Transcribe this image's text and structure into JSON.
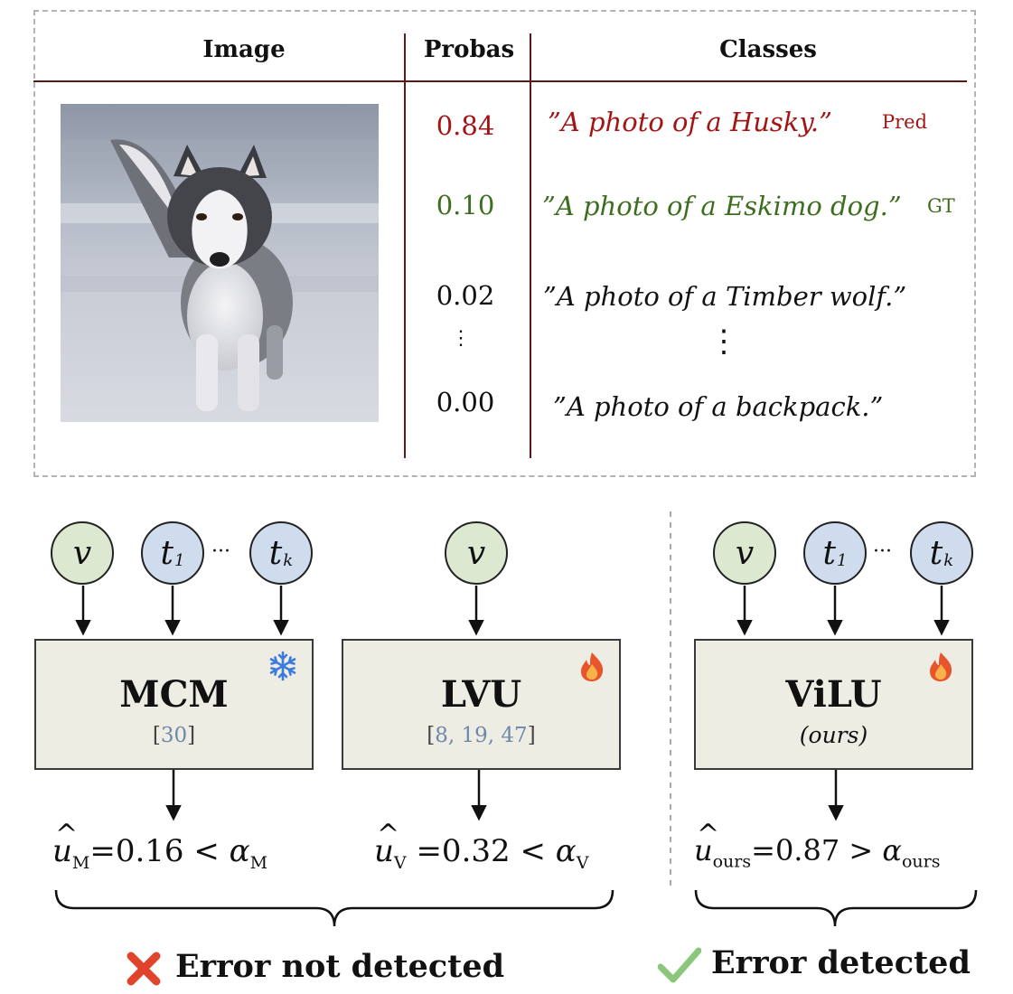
{
  "table": {
    "headers": {
      "image": "Image",
      "probas": "Probas",
      "classes": "Classes"
    },
    "rows": [
      {
        "proba": "0.84",
        "class": "”A photo of a Husky.”",
        "tag": "Pred",
        "color": "#a31515"
      },
      {
        "proba": "0.10",
        "class": "”A photo of a Eskimo dog.”",
        "tag": "GT",
        "color": "#3d6e1f"
      },
      {
        "proba": "0.02",
        "class": "”A photo of a Timber wolf.”",
        "tag": "",
        "color": "#111111"
      },
      {
        "proba": "0.00",
        "class": "”A photo of a backpack.”",
        "tag": "",
        "color": "#111111"
      }
    ],
    "ellipsis": "⋮"
  },
  "nodes": {
    "v": "v",
    "t": "t",
    "sub1": "1",
    "subk": "k",
    "dots": "···"
  },
  "models": {
    "mcm": {
      "title": "MCM",
      "cite_open": "[",
      "cites": "30",
      "cite_close": "]",
      "icon": "snowflake-icon"
    },
    "lvu": {
      "title": "LVU",
      "cite_open": "[",
      "cites": "8, 19, 47",
      "cite_close": "]",
      "icon": "flame-icon"
    },
    "vilu": {
      "title": "ViLU",
      "subtitle": "(ours)",
      "icon": "flame-icon"
    }
  },
  "formulas": {
    "mcm": {
      "u": "u",
      "sub": "M",
      "rest": "=0.16 < ",
      "alpha": "α",
      "alpha_sub": "M"
    },
    "lvu": {
      "u": "u",
      "sub": "V",
      "rest": " =0.32 < ",
      "alpha": "α",
      "alpha_sub": "V"
    },
    "vilu": {
      "u": "u",
      "sub": "ours",
      "rest": "=0.87 > ",
      "alpha": "α",
      "alpha_sub": "ours"
    }
  },
  "verdicts": {
    "left": {
      "text": "Error not detected",
      "icon": "cross-icon",
      "color": "#e0452c"
    },
    "right": {
      "text": "Error detected",
      "icon": "check-icon",
      "color": "#8bc77a"
    }
  }
}
